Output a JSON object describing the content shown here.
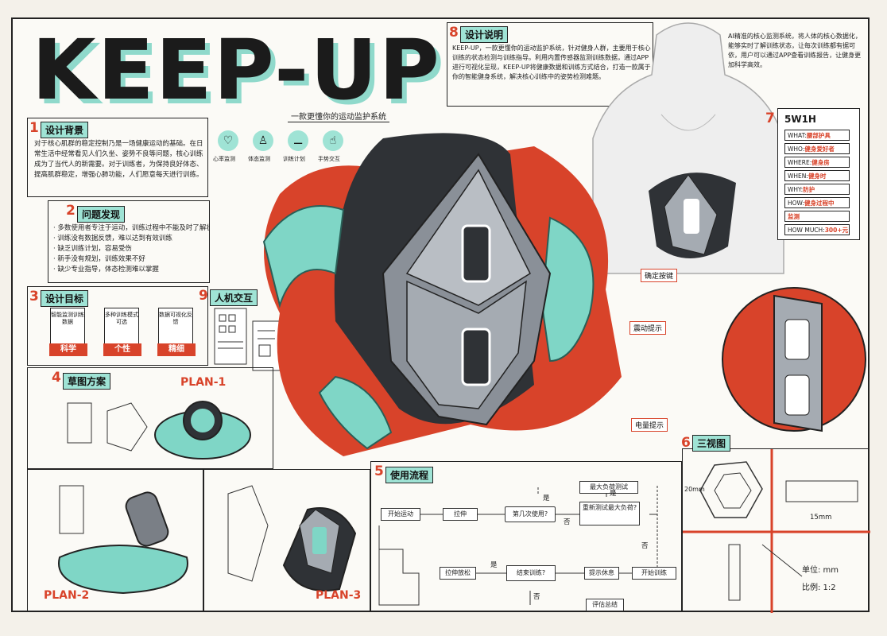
{
  "brand": {
    "title": "KEEP-UP",
    "slogan": "一款更懂你的运动监护系统"
  },
  "sections": {
    "background": {
      "num": "1",
      "title": "设计背景",
      "body": "对于核心肌群的稳定控制乃是一场健康运动的基础。在日常生活中经常看见人们久坐、姿势不良等问题，核心训练成为了当代人的新需要。对于训练者，为保持良好体态、提高肌群稳定，增强心肺功能，人们愿意每天进行训练。"
    },
    "problems": {
      "num": "2",
      "title": "问题发现",
      "items": [
        "· 多数使用者专注于运动，训练过程中不能及时了解状态",
        "· 训练没有数据反馈，难以达到有效训练",
        "· 缺乏训练计划，容易受伤",
        "· 新手没有规划，训练效果不好",
        "· 缺少专业指导，体态检测难以掌握"
      ]
    },
    "goals": {
      "num": "3",
      "title": "设计目标",
      "cards": [
        {
          "text": "智能监测训练数据",
          "tag": "科学"
        },
        {
          "text": "多种训练模式可选",
          "tag": "个性"
        },
        {
          "text": "数据可视化反馈",
          "tag": "精细"
        }
      ]
    },
    "ergonomics": {
      "num": "9",
      "title": "人机交互"
    },
    "plans": {
      "num": "4",
      "title": "草图方案",
      "plan1": "PLAN-1",
      "plan2": "PLAN-2",
      "plan3": "PLAN-3"
    },
    "flow": {
      "num": "5",
      "title": "使用流程",
      "nodes": [
        "开始运动",
        "拉伸",
        "第几次使用?",
        "重新测试最大负荷?",
        "最大负荷测试",
        "开始训练",
        "提示休息",
        "结束训练?",
        "拉伸放松",
        "评估总结"
      ],
      "labels": [
        "是",
        "否",
        "是",
        "否",
        "是",
        "否"
      ]
    },
    "views": {
      "num": "6",
      "title": "三视图",
      "dim_side": "20mm",
      "dim_top": "15mm",
      "unit": "单位: mm",
      "scale": "比例: 1:2"
    },
    "fivew": {
      "num": "7",
      "title": "5W1H",
      "rows": [
        {
          "k": "WHAT:",
          "v": "腰部护具"
        },
        {
          "k": "WHO:",
          "v": "健身爱好者"
        },
        {
          "k": "WHERE:",
          "v": "健身房"
        },
        {
          "k": "WHEN:",
          "v": "健身时"
        },
        {
          "k": "WHY:",
          "v": "防护"
        },
        {
          "k": "HOW:",
          "v": "健身过程中"
        },
        {
          "k": "",
          "v": "监测"
        },
        {
          "k": "HOW MUCH:",
          "v": "300+元"
        }
      ]
    },
    "description": {
      "num": "8",
      "title": "设计说明",
      "body": "KEEP-UP，一款更懂你的运动监护系统，针对健身人群，主要用于核心训练的状态检测与训练指导。利用内置传感器监测训练数据，通过APP进行可视化呈现，KEEP-UP将健康数据和训练方式结合，打造一款属于你的智能健身系统，解决核心训练中的姿势检测难题。"
    },
    "user_text": "AI精准的核心监测系统，将人体的核心数据化，能够实时了解训练状态，让每次训练都有据可依，用户可以通过APP查看训练报告，让健身更加科学高效。"
  },
  "icons": [
    {
      "name": "heart-rate-icon",
      "label": "心率监测"
    },
    {
      "name": "posture-icon",
      "label": "体态监测"
    },
    {
      "name": "training-icon",
      "label": "训练计划"
    },
    {
      "name": "hand-icon",
      "label": "手势交互"
    }
  ],
  "callouts": {
    "button": "确定按键",
    "vibrate": "震动提示",
    "battery": "电量提示"
  },
  "colors": {
    "accent_red": "#d8432a",
    "accent_teal": "#7fd6c6",
    "dark": "#1b1b1b",
    "gray": "#7a7f86"
  }
}
